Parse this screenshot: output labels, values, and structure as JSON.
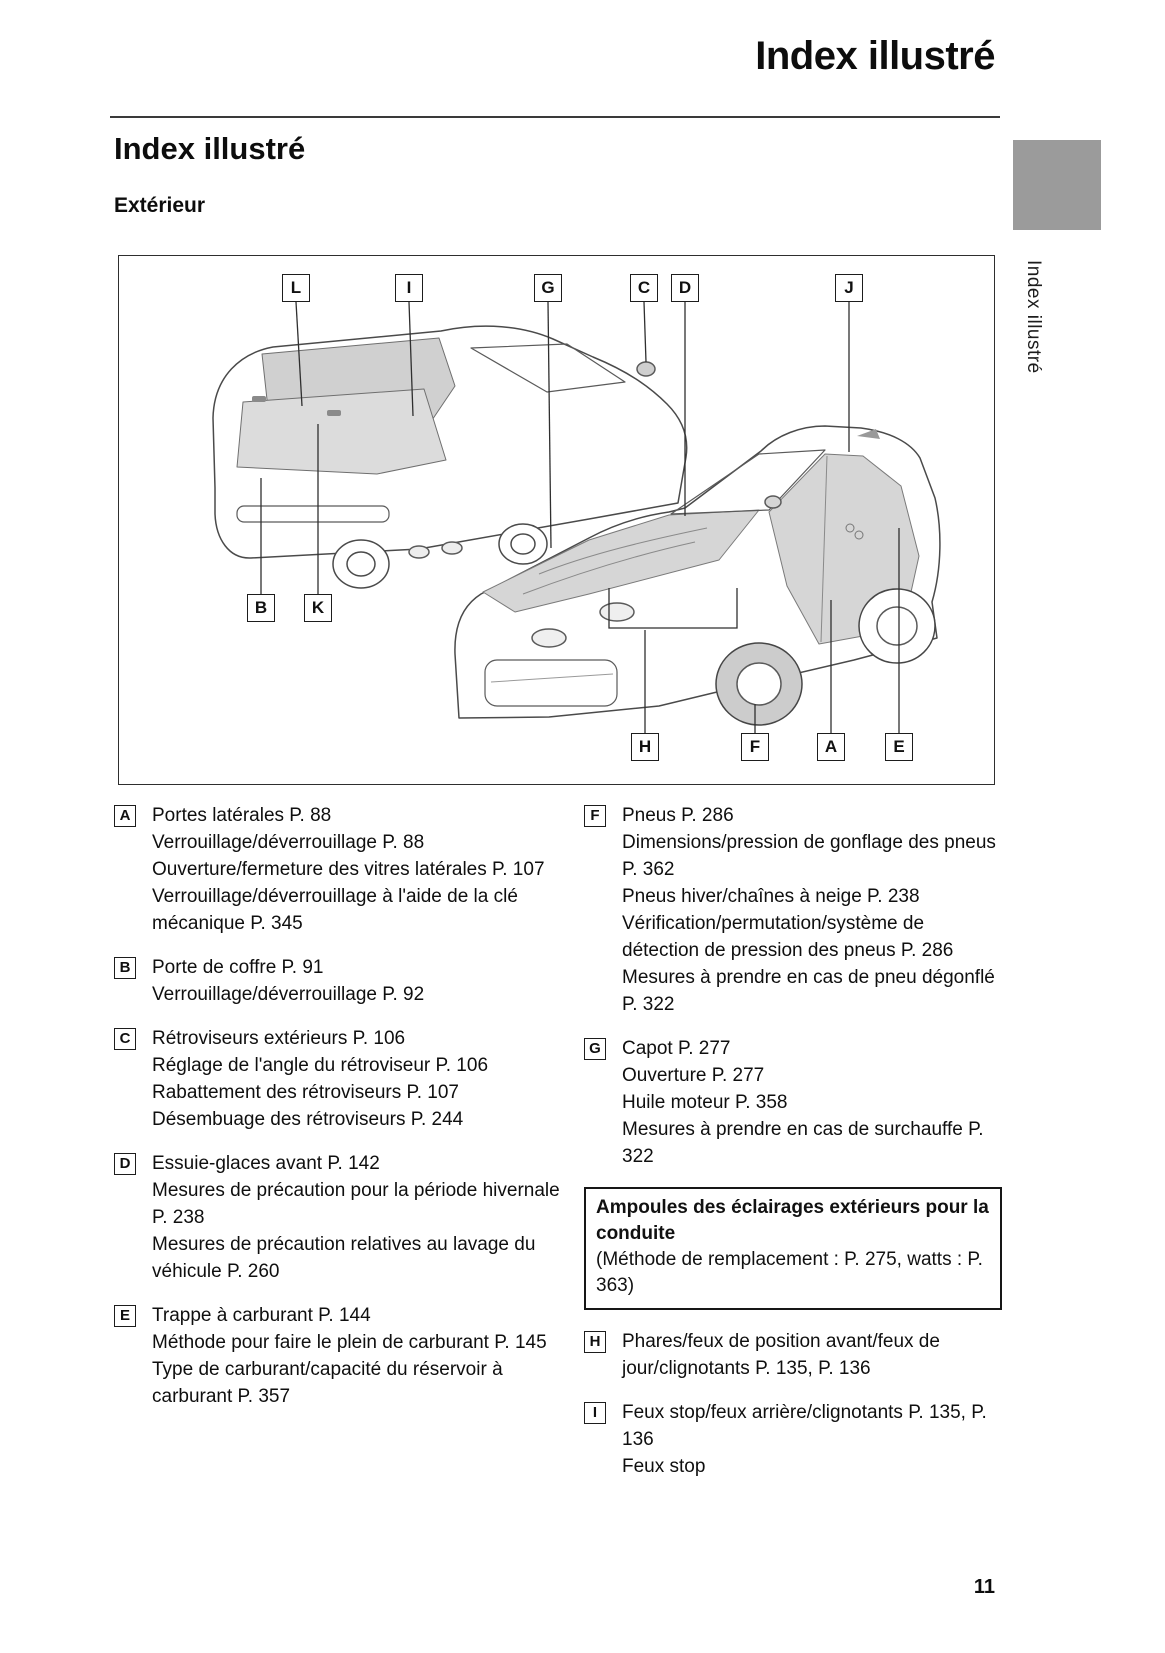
{
  "page": {
    "header_title": "Index illustré",
    "section_title": "Index illustré",
    "subsection_title": "Extérieur",
    "side_tab_label": "Index illustré",
    "page_number": "11"
  },
  "figure": {
    "callouts": [
      "L",
      "I",
      "G",
      "C",
      "D",
      "J",
      "B",
      "K",
      "H",
      "F",
      "A",
      "E"
    ]
  },
  "index": {
    "left": [
      {
        "letter": "A",
        "main": "Portes latérales P. 88",
        "subs": [
          "Verrouillage/déverrouillage P. 88",
          "Ouverture/fermeture des vitres latérales P. 107",
          "Verrouillage/déverrouillage à l'aide de la clé mécanique P. 345"
        ]
      },
      {
        "letter": "B",
        "main": "Porte de coffre P. 91",
        "subs": [
          "Verrouillage/déverrouillage P. 92"
        ]
      },
      {
        "letter": "C",
        "main": "Rétroviseurs extérieurs P. 106",
        "subs": [
          "Réglage de l'angle du rétroviseur P. 106",
          "Rabattement des rétroviseurs P. 107",
          "Désembuage des rétroviseurs P. 244"
        ]
      },
      {
        "letter": "D",
        "main": "Essuie-glaces avant P. 142",
        "subs": [
          "Mesures de précaution pour la période hivernale P. 238",
          "Mesures de précaution relatives au lavage du véhicule P. 260"
        ]
      },
      {
        "letter": "E",
        "main": "Trappe à carburant P. 144",
        "subs": [
          "Méthode pour faire le plein de carburant P. 145",
          "Type de carburant/capacité du réservoir à carburant P. 357"
        ]
      }
    ],
    "right": [
      {
        "letter": "F",
        "main": "Pneus P. 286",
        "subs": [
          "Dimensions/pression de gonflage des pneus P. 362",
          "Pneus hiver/chaînes à neige P. 238",
          "Vérification/permutation/système de détection de pression des pneus P. 286",
          "Mesures à prendre en cas de pneu dégonflé P. 322"
        ]
      },
      {
        "letter": "G",
        "main": "Capot P. 277",
        "subs": [
          "Ouverture P. 277",
          "Huile moteur P. 358",
          "Mesures à prendre en cas de surchauffe P. 322"
        ]
      },
      {
        "note_title": "Ampoules des éclairages extérieurs pour la conduite",
        "note_body": "(Méthode de remplacement : P. 275, watts : P. 363)"
      },
      {
        "letter": "H",
        "main": "Phares/feux de position avant/feux de jour/clignotants P. 135, P. 136",
        "subs": []
      },
      {
        "letter": "I",
        "main": "Feux stop/feux arrière/clignotants P. 135, P. 136",
        "subs": [
          "Feux stop"
        ]
      }
    ]
  }
}
